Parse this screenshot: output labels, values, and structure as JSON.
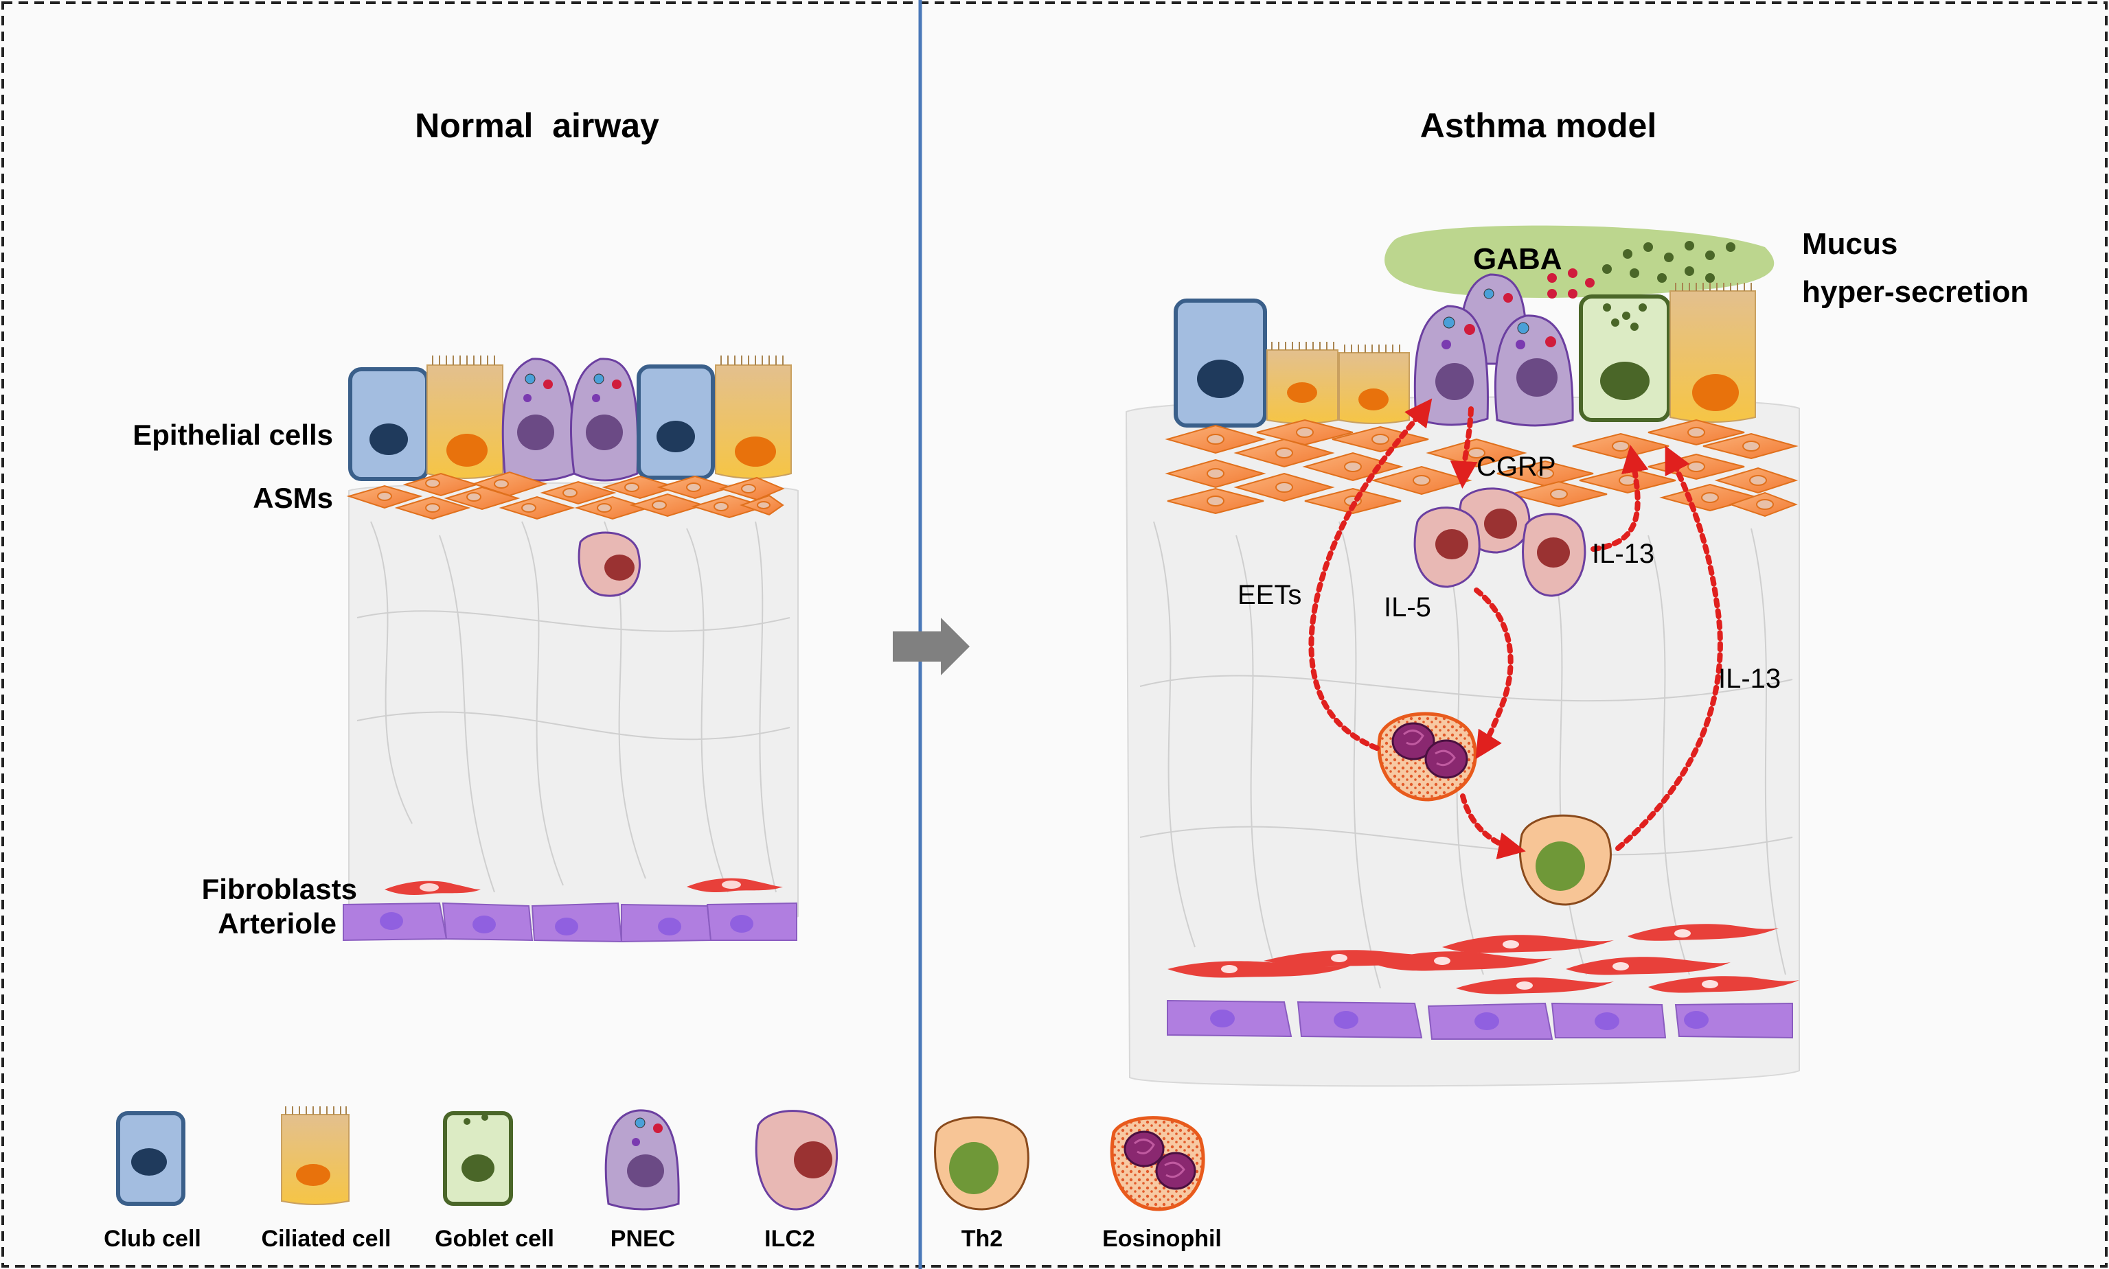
{
  "panels": {
    "normal": {
      "title": "Normal  airway",
      "labels": {
        "epithelial": "Epithelial cells",
        "asms": "ASMs",
        "fibroblasts": "Fibroblasts",
        "arteriole": "Arteriole"
      }
    },
    "asthma": {
      "title": "Asthma model",
      "labels": {
        "gaba": "GABA",
        "mucus_line1": "Mucus",
        "mucus_line2": "hyper-secretion",
        "cgrp": "CGRP",
        "il13_top": "IL-13",
        "eets": "EETs",
        "il5": "IL-5",
        "il13_right": "IL-13"
      }
    }
  },
  "legend": [
    {
      "key": "club",
      "label": "Club cell"
    },
    {
      "key": "ciliated",
      "label": "Ciliated cell"
    },
    {
      "key": "goblet",
      "label": "Goblet cell"
    },
    {
      "key": "pnec",
      "label": "PNEC"
    },
    {
      "key": "ilc2",
      "label": "ILC2"
    },
    {
      "key": "th2",
      "label": "Th2"
    },
    {
      "key": "eosinophil",
      "label": "Eosinophil"
    }
  ],
  "colors": {
    "club_fill": "#a3bde0",
    "club_border": "#3a5f8a",
    "club_nucleus": "#1f3a5c",
    "ciliated_top": "#e8c48a",
    "ciliated_bottom": "#f5c44a",
    "ciliated_nucleus": "#e8720c",
    "pnec_fill": "#b9a3cf",
    "pnec_nucleus": "#6b4a85",
    "goblet_fill": "#dcebc4",
    "goblet_border": "#4a6628",
    "goblet_nucleus": "#4a6628",
    "ilc2_fill": "#e8b8b4",
    "ilc2_nucleus": "#9a3232",
    "th2_fill": "#f7c596",
    "th2_nucleus": "#6f9838",
    "asm_fill": "#f79a5a",
    "fibroblast": "#e8403a",
    "arteriole": "#b07ee0",
    "mucus": "#bcd68e",
    "arrow": "#e0201e",
    "divider": "#4a78b8"
  }
}
